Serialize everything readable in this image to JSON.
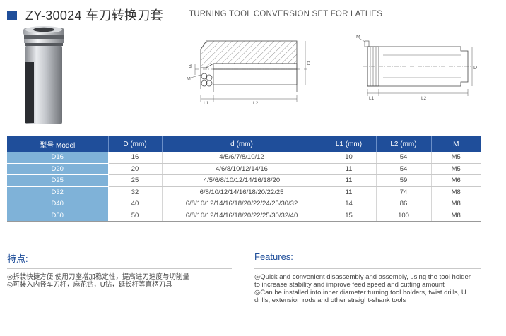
{
  "header": {
    "title": "ZY-30024 车刀转换刀套",
    "subtitle": "TURNING TOOL CONVERSION SET FOR LATHES"
  },
  "drawing_labels": {
    "d": "d",
    "D": "D",
    "M": "M",
    "L1": "L1",
    "L2": "L2"
  },
  "table": {
    "headers": [
      "型号 Model",
      "D (mm)",
      "d (mm)",
      "L1 (mm)",
      "L2 (mm)",
      "M"
    ],
    "rows": [
      [
        "D16",
        "16",
        "4/5/6/7/8/10/12",
        "10",
        "54",
        "M5"
      ],
      [
        "D20",
        "20",
        "4/6/8/10/12/14/16",
        "11",
        "54",
        "M5"
      ],
      [
        "D25",
        "25",
        "4/5/6/8/10/12/14/16/18/20",
        "11",
        "59",
        "M6"
      ],
      [
        "D32",
        "32",
        "6/8/10/12/14/16/18/20/22/25",
        "11",
        "74",
        "M8"
      ],
      [
        "D40",
        "40",
        "6/8/10/12/14/16/18/20/22/24/25/30/32",
        "14",
        "86",
        "M8"
      ],
      [
        "D50",
        "50",
        "6/8/10/12/14/16/18/20/22/25/30/32/40",
        "15",
        "100",
        "M8"
      ]
    ]
  },
  "features_cn": {
    "heading": "特点:",
    "lines": [
      "◎拆装快捷方便,使用刀座增加稳定性，提高进刀速度与切削量",
      "◎可装入内径车刀杆，麻花钻，U钻，延长杆等直柄刀具"
    ]
  },
  "features_en": {
    "heading": "Features:",
    "lines": [
      "◎Quick and convenient disassembly and assembly, using the tool holder",
      "to increase stability and improve feed speed and cutting amount",
      "◎Can be installed into inner diameter turning tool holders, twist drills, U",
      "drills, extension rods and other straight-shank tools"
    ]
  },
  "colors": {
    "accent": "#1f4e9a",
    "model_cell": "#7fb2d8"
  }
}
